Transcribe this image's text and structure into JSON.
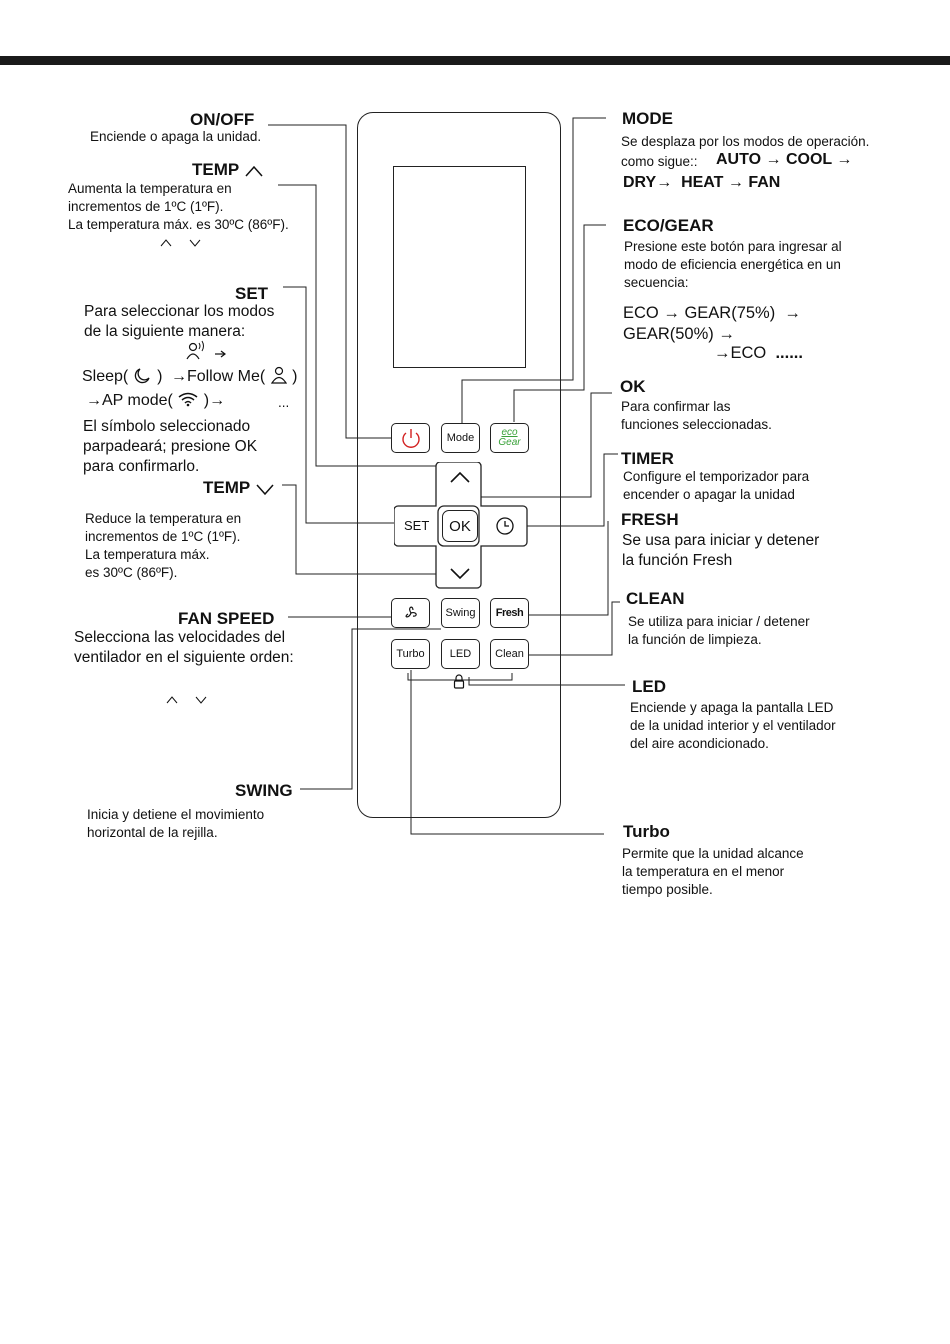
{
  "left": {
    "onoff": {
      "title": "ON/OFF",
      "desc": "Enciende o apaga la unidad."
    },
    "temp_up": {
      "title": "TEMP",
      "lines": [
        "Aumenta la temperatura en",
        "incrementos de 1ºC (1ºF).",
        "La temperatura máx. es 30ºC (86ºF)."
      ]
    },
    "set": {
      "title": "SET",
      "lines": [
        "Para seleccionar los modos",
        "de la siguiente manera:"
      ],
      "sleep": "Sleep(",
      "sleep_end": ")",
      "follow": "Follow Me(",
      "follow_end": ")",
      "ap": "AP mode(",
      "ellipsis": "...",
      "confirm": [
        "El símbolo seleccionado",
        "parpadeará; presione OK",
        "para confirmarlo."
      ]
    },
    "temp_down": {
      "title": "TEMP",
      "lines": [
        "Reduce la temperatura en",
        "incrementos de 1ºC (1ºF).",
        "La temperatura máx.",
        "es 30ºC (86ºF)."
      ]
    },
    "fan": {
      "title": "FAN SPEED",
      "lines": [
        "Selecciona las velocidades del",
        "ventilador en el siguiente orden:"
      ]
    },
    "swing": {
      "title": "SWING",
      "lines": [
        "Inicia y detiene el movimiento",
        "horizontal de la rejilla."
      ]
    }
  },
  "right": {
    "mode": {
      "title": "MODE",
      "lines": [
        "Se desplaza por los modos de operación.",
        "como sigue::"
      ],
      "m1": "AUTO",
      "m2": "COOL",
      "m3": "DRY",
      "m4": "HEAT",
      "m5": "FAN"
    },
    "eco": {
      "title": "ECO/GEAR",
      "lines": [
        "Presione este botón para ingresar al",
        "modo de eficiencia energética en un",
        "secuencia:"
      ],
      "f1": "ECO",
      "f2": "GEAR(75%)",
      "f3": "GEAR(50%)",
      "f4": "ECO",
      "f5": "......"
    },
    "ok": {
      "title": "OK",
      "lines": [
        "Para confirmar las",
        "funciones seleccionadas."
      ]
    },
    "timer": {
      "title": "TIMER",
      "lines": [
        "Configure el temporizador para",
        "encender o apagar la unidad"
      ]
    },
    "fresh": {
      "title": "FRESH",
      "lines": [
        "Se usa para iniciar y detener",
        "la función Fresh"
      ]
    },
    "clean": {
      "title": "CLEAN",
      "lines": [
        "Se utiliza para iniciar / detener",
        "la función de limpieza."
      ]
    },
    "led": {
      "title": "LED",
      "lines": [
        "Enciende y apaga la pantalla LED",
        "de la unidad interior y el ventilador",
        "del aire acondicionado."
      ]
    },
    "turbo": {
      "title": "Turbo",
      "lines": [
        "Permite que la unidad alcance",
        "la temperatura en el menor",
        "tiempo posible."
      ]
    }
  },
  "remote": {
    "mode_btn": "Mode",
    "eco_top": "eco",
    "eco_bottom": "Gear",
    "set_btn": "SET",
    "ok_btn": "OK",
    "swing_btn": "Swing",
    "fresh_btn": "Fresh",
    "turbo_btn": "Turbo",
    "led_btn": "LED",
    "clean_btn": "Clean",
    "eco_color": "#3aa23a",
    "power_color": "#d22020"
  }
}
